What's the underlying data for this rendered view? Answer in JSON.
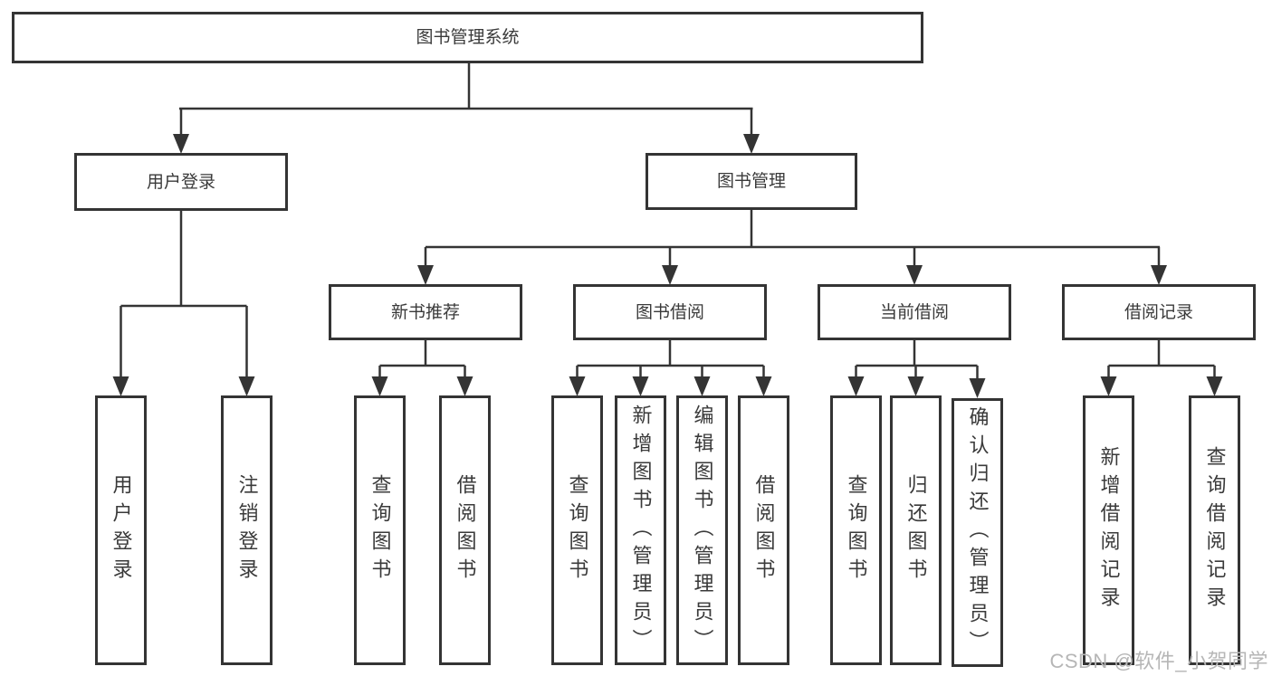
{
  "tree": {
    "label": "图书管理系统",
    "children": [
      {
        "label": "用户登录",
        "children": [
          {
            "label": "用户登录"
          },
          {
            "label": "注销登录"
          }
        ]
      },
      {
        "label": "图书管理",
        "children": [
          {
            "label": "新书推荐",
            "children": [
              {
                "label": "查询图书"
              },
              {
                "label": "借阅图书"
              }
            ]
          },
          {
            "label": "图书借阅",
            "children": [
              {
                "label": "查询图书"
              },
              {
                "label": "新增图书（管理员）"
              },
              {
                "label": "编辑图书（管理员）"
              },
              {
                "label": "借阅图书"
              }
            ]
          },
          {
            "label": "当前借阅",
            "children": [
              {
                "label": "查询图书"
              },
              {
                "label": "归还图书"
              },
              {
                "label": "确认归还（管理员）"
              }
            ]
          },
          {
            "label": "借阅记录",
            "children": [
              {
                "label": "新增借阅记录"
              },
              {
                "label": "查询借阅记录"
              }
            ]
          }
        ]
      }
    ]
  },
  "watermark": {
    "text": "CSDN @软件_小贺同学"
  },
  "colors": {
    "line": "#343434",
    "box_border": "#343434",
    "text": "#3a3a3a",
    "watermark": "#b6b6b6",
    "background": "#ffffff"
  }
}
